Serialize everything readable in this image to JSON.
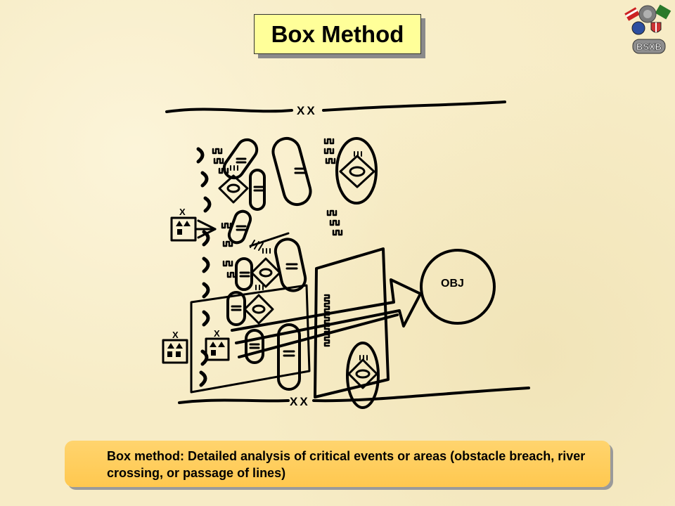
{
  "slide": {
    "title": "Box Method",
    "caption": "Box method: Detailed analysis of critical events or areas (obstacle breach, river crossing, or passage of lines)"
  },
  "diagram": {
    "boundary_top_label": "XX",
    "boundary_bottom_label": "XX",
    "objective_label": "OBJ",
    "unit_echelon_label": "X"
  },
  "logo": {
    "label": "BSXB"
  },
  "colors": {
    "title_bg": "#ffff99",
    "caption_bg": "#ffc84f",
    "background": "#f7ecc6",
    "ink": "#000000"
  }
}
